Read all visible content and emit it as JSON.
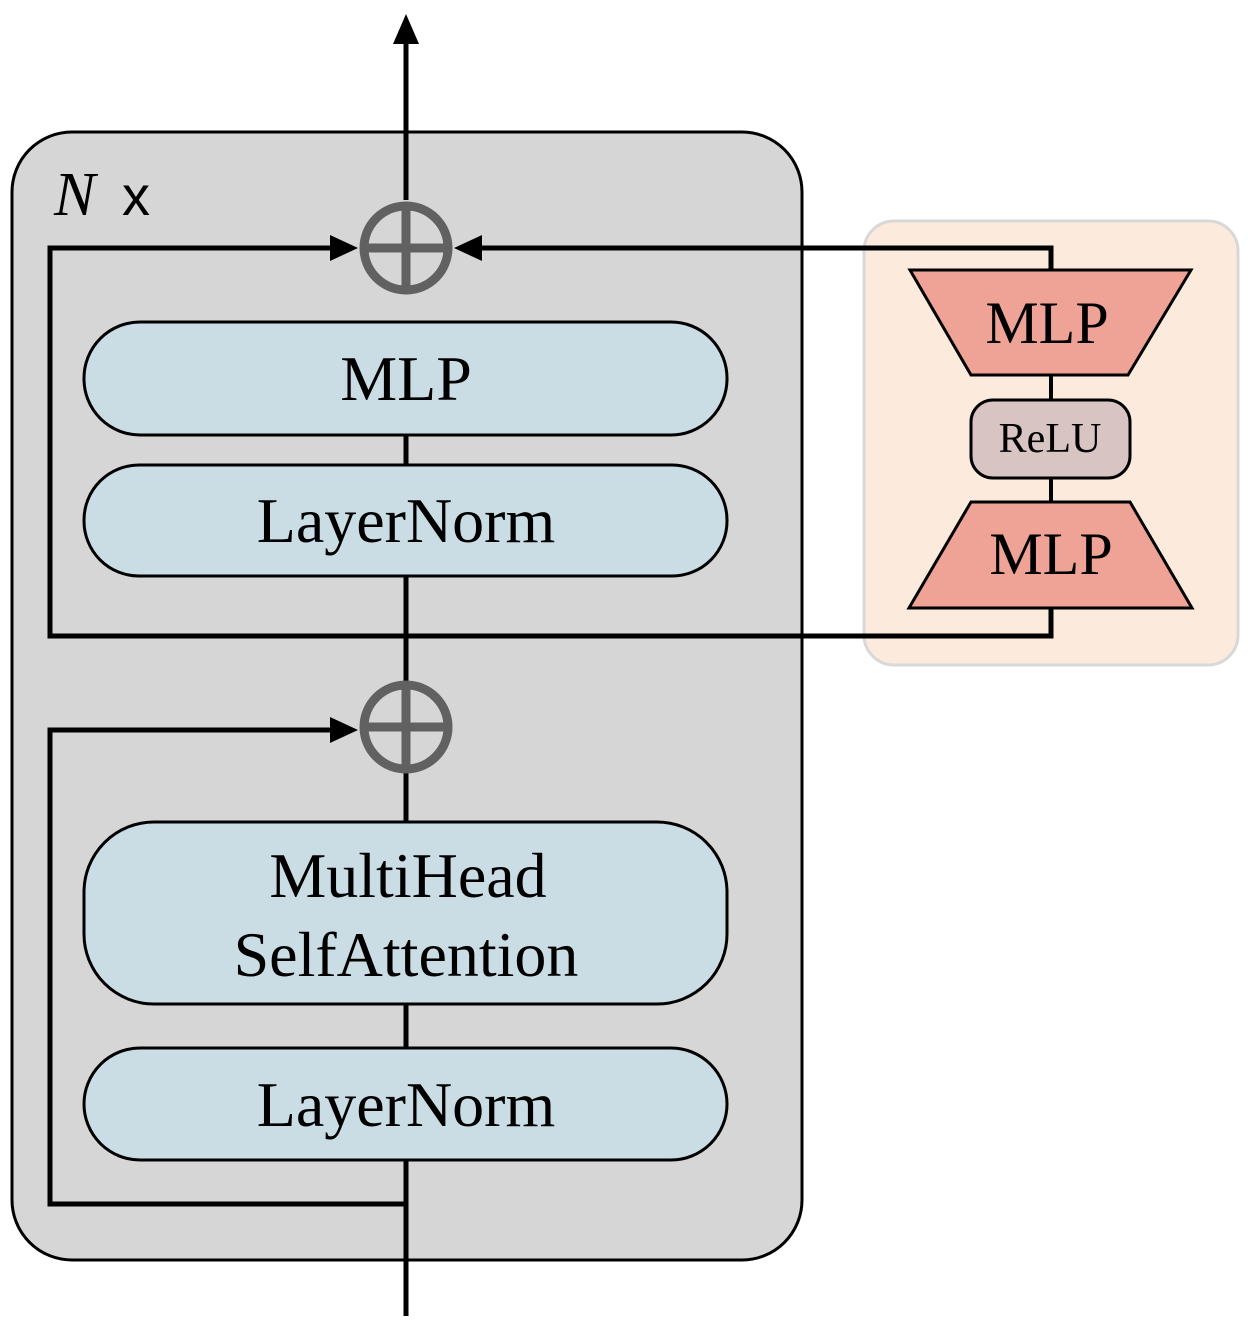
{
  "repeat_label": {
    "symbol": "N",
    "times": "x"
  },
  "encoder_block": {
    "upper_mlp": "MLP",
    "upper_layernorm": "LayerNorm",
    "attention_line1": "MultiHead",
    "attention_line2": "SelfAttention",
    "lower_layernorm": "LayerNorm"
  },
  "adapter": {
    "up_mlp": "MLP",
    "activation": "ReLU",
    "down_mlp": "MLP"
  },
  "colors": {
    "block_bg": "#d6d6d6",
    "block_fill": "#cadde4",
    "adapter_bg": "#fcebdc",
    "mlp_fill": "#eea396",
    "relu_fill": "#d9c4c4",
    "add_node": "#616161",
    "line": "#000000"
  },
  "icons": {
    "add": "circle-plus-icon",
    "arrow": "arrow-head-icon"
  }
}
